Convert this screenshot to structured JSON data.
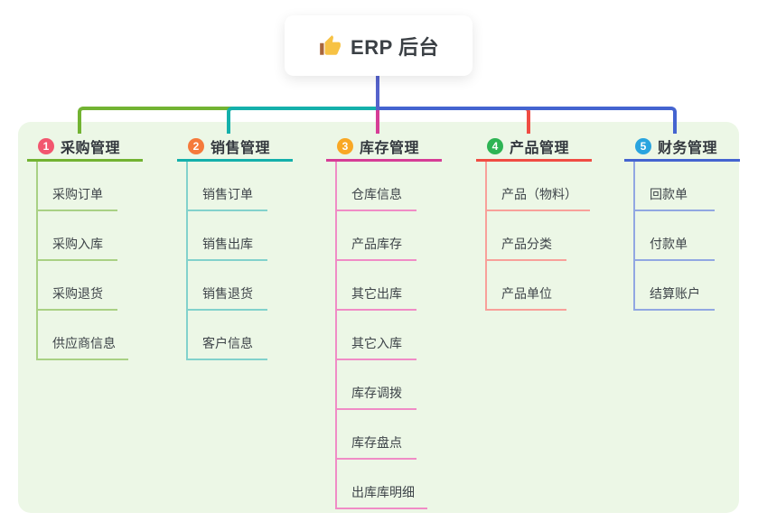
{
  "app": {
    "background": "#ffffff",
    "panel_background": "#ecf7e6"
  },
  "root": {
    "label": "ERP 后台",
    "icon": "thumbs-up-icon",
    "icon_color": "#f7c244",
    "line_color": "#5563cc"
  },
  "branches": [
    {
      "number": "1",
      "title": "采购管理",
      "badge_color": "#f2566f",
      "line_color": "#72b332",
      "child_line_color": "#a9d184",
      "children": [
        {
          "label": "采购订单"
        },
        {
          "label": "采购入库"
        },
        {
          "label": "采购退货"
        },
        {
          "label": "供应商信息"
        }
      ]
    },
    {
      "number": "2",
      "title": "销售管理",
      "badge_color": "#f57a3b",
      "line_color": "#14b0ab",
      "child_line_color": "#82d2cc",
      "children": [
        {
          "label": "销售订单"
        },
        {
          "label": "销售出库"
        },
        {
          "label": "销售退货"
        },
        {
          "label": "客户信息"
        }
      ]
    },
    {
      "number": "3",
      "title": "库存管理",
      "badge_color": "#f9a825",
      "line_color": "#d63d96",
      "child_line_color": "#f08cc6",
      "children": [
        {
          "label": "仓库信息"
        },
        {
          "label": "产品库存"
        },
        {
          "label": "其它出库"
        },
        {
          "label": "其它入库"
        },
        {
          "label": "库存调拨"
        },
        {
          "label": "库存盘点"
        },
        {
          "label": "出库库明细"
        }
      ]
    },
    {
      "number": "4",
      "title": "产品管理",
      "badge_color": "#2eb454",
      "line_color": "#f04c43",
      "child_line_color": "#f8a09a",
      "children": [
        {
          "label": "产品（物料）"
        },
        {
          "label": "产品分类"
        },
        {
          "label": "产品单位"
        }
      ]
    },
    {
      "number": "5",
      "title": "财务管理",
      "badge_color": "#29a4df",
      "line_color": "#4464d0",
      "child_line_color": "#91a7e2",
      "children": [
        {
          "label": "回款单"
        },
        {
          "label": "付款单"
        },
        {
          "label": "结算账户"
        }
      ]
    }
  ]
}
